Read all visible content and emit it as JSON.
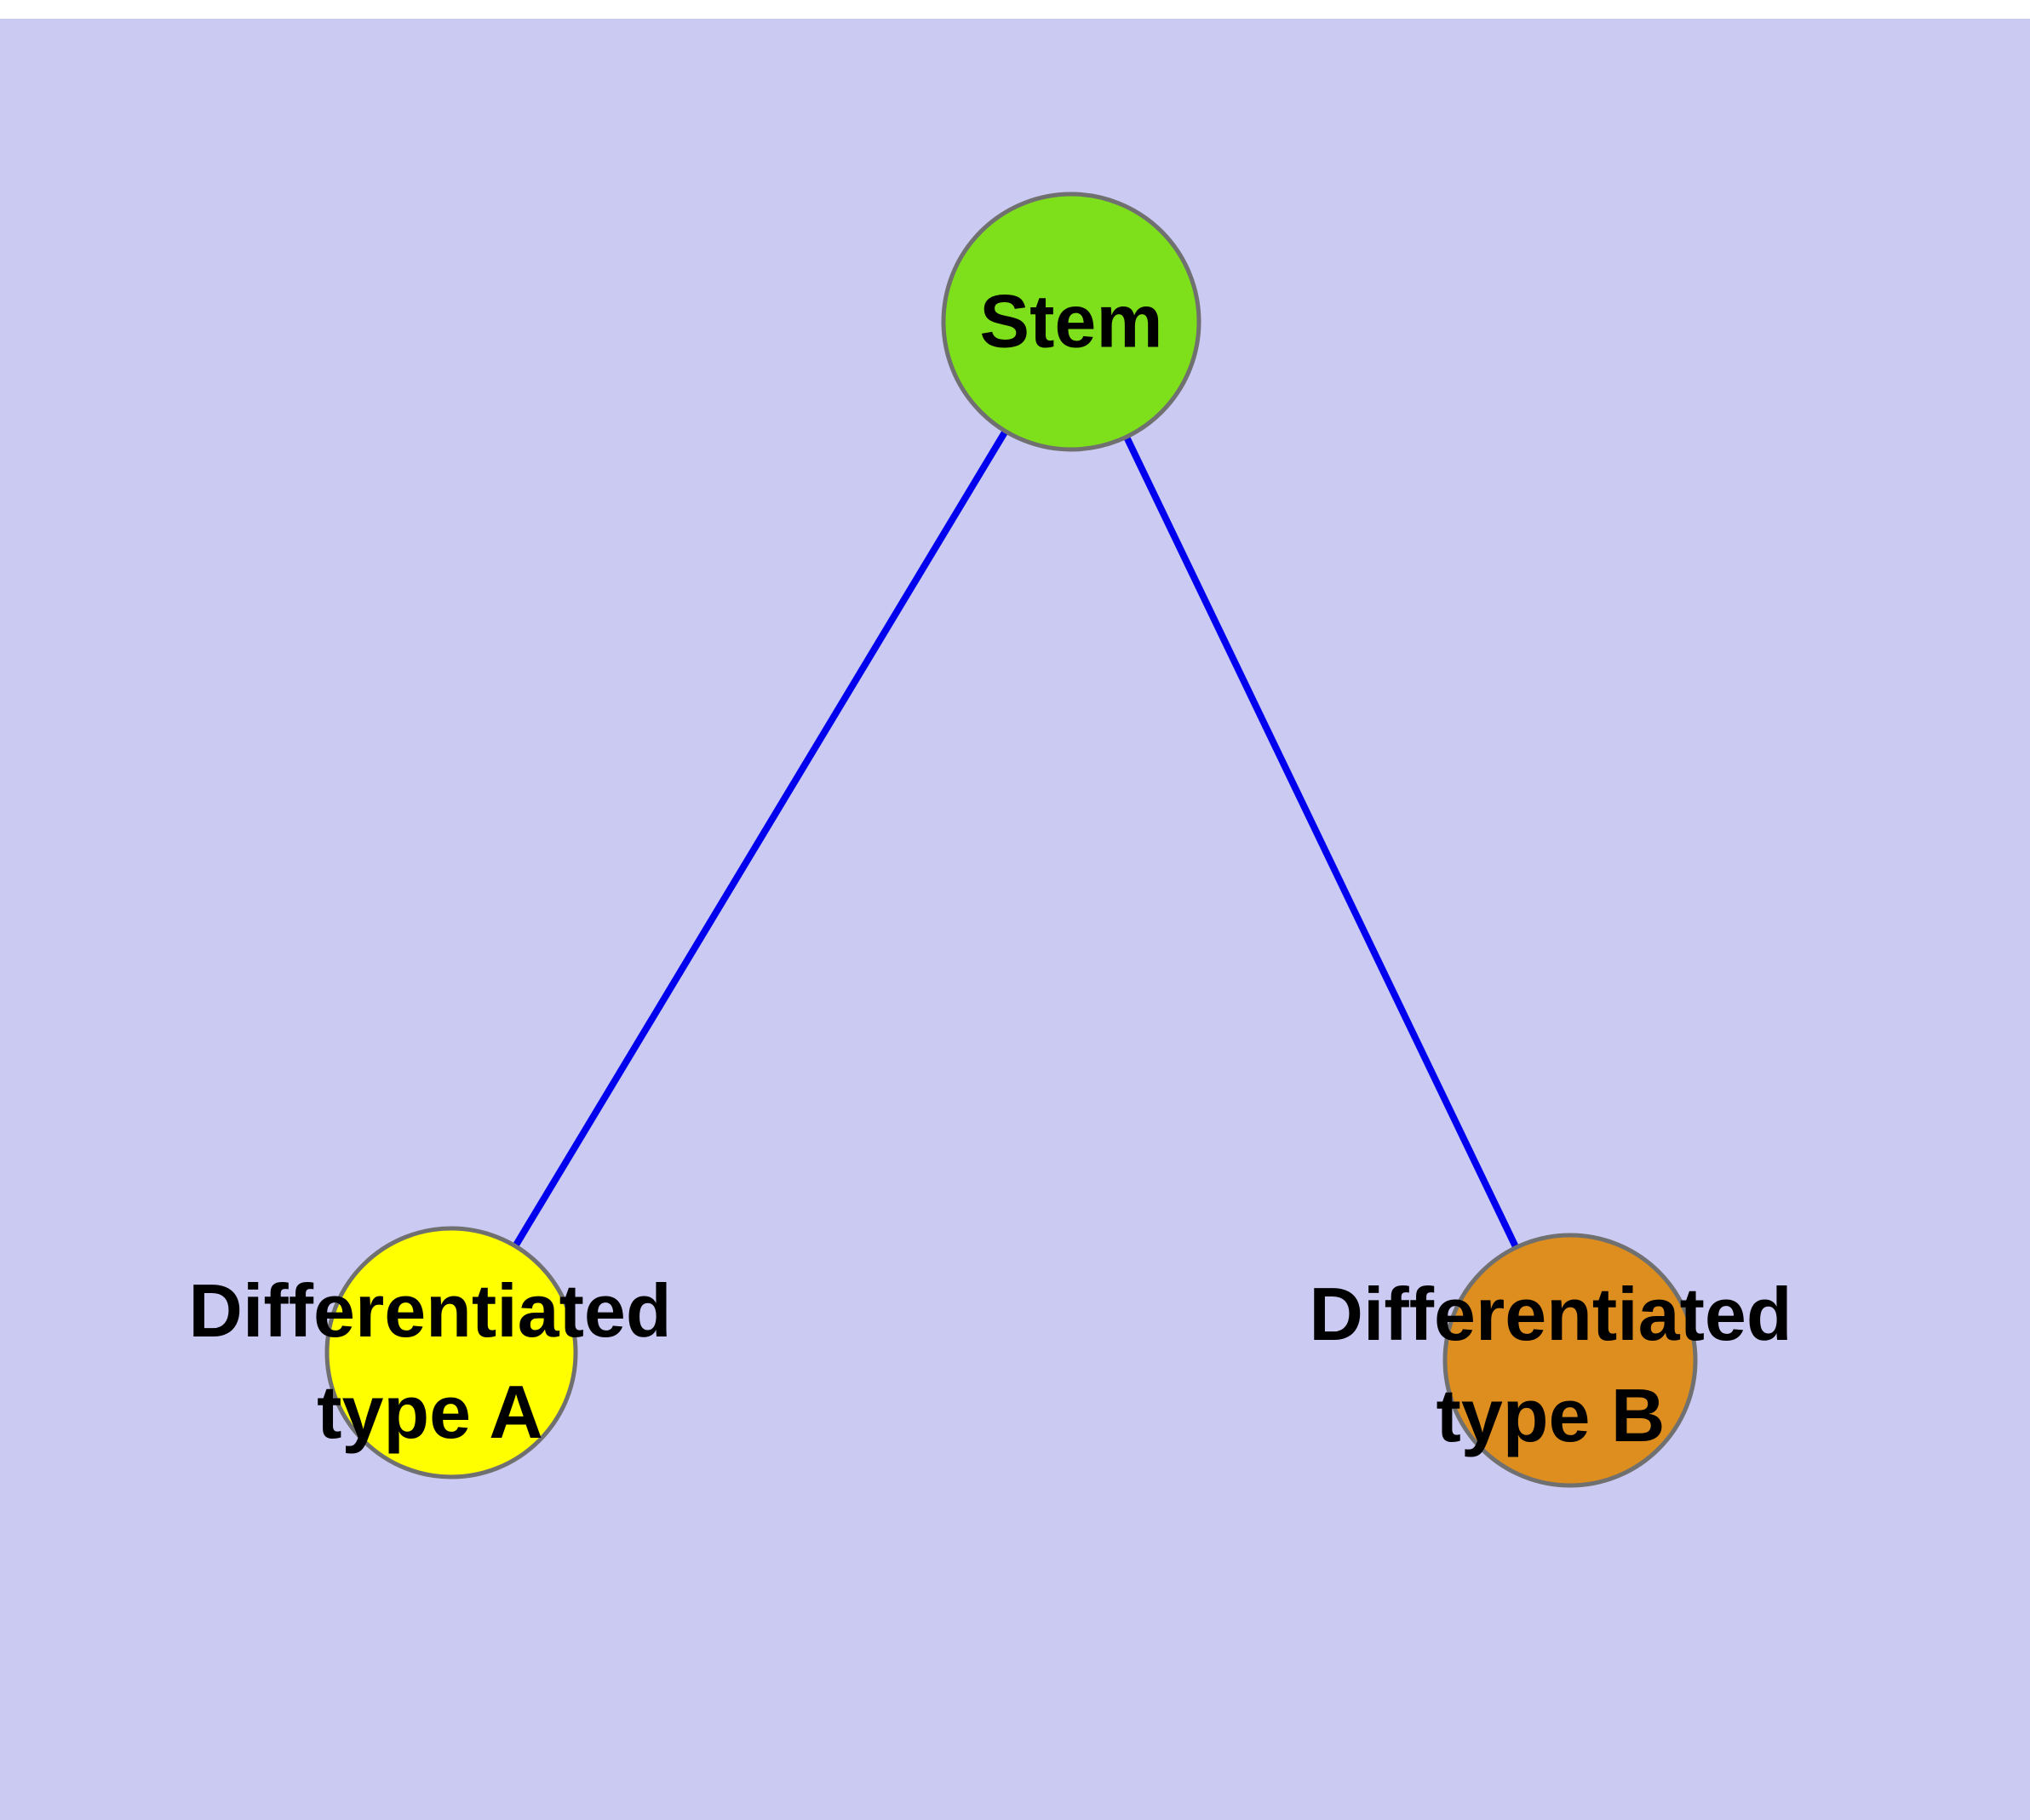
{
  "canvas": {
    "background": "#cacaf2",
    "top_strip": "#ffffff"
  },
  "edges": {
    "color": "#0000ee",
    "items": [
      {
        "from": "Stem",
        "to": "Differentiated type A"
      },
      {
        "from": "Stem",
        "to": "Differentiated type B"
      }
    ]
  },
  "nodes": {
    "stem": {
      "label": "Stem",
      "fill": "#7ee01a",
      "stroke": "#707070"
    },
    "type_a": {
      "line1": "Differentiated",
      "line2": "type A",
      "fill": "#ffff00",
      "stroke": "#707070"
    },
    "type_b": {
      "line1": "Differentiated",
      "line2": "type B",
      "fill": "#dd8e1e",
      "stroke": "#707070"
    }
  }
}
